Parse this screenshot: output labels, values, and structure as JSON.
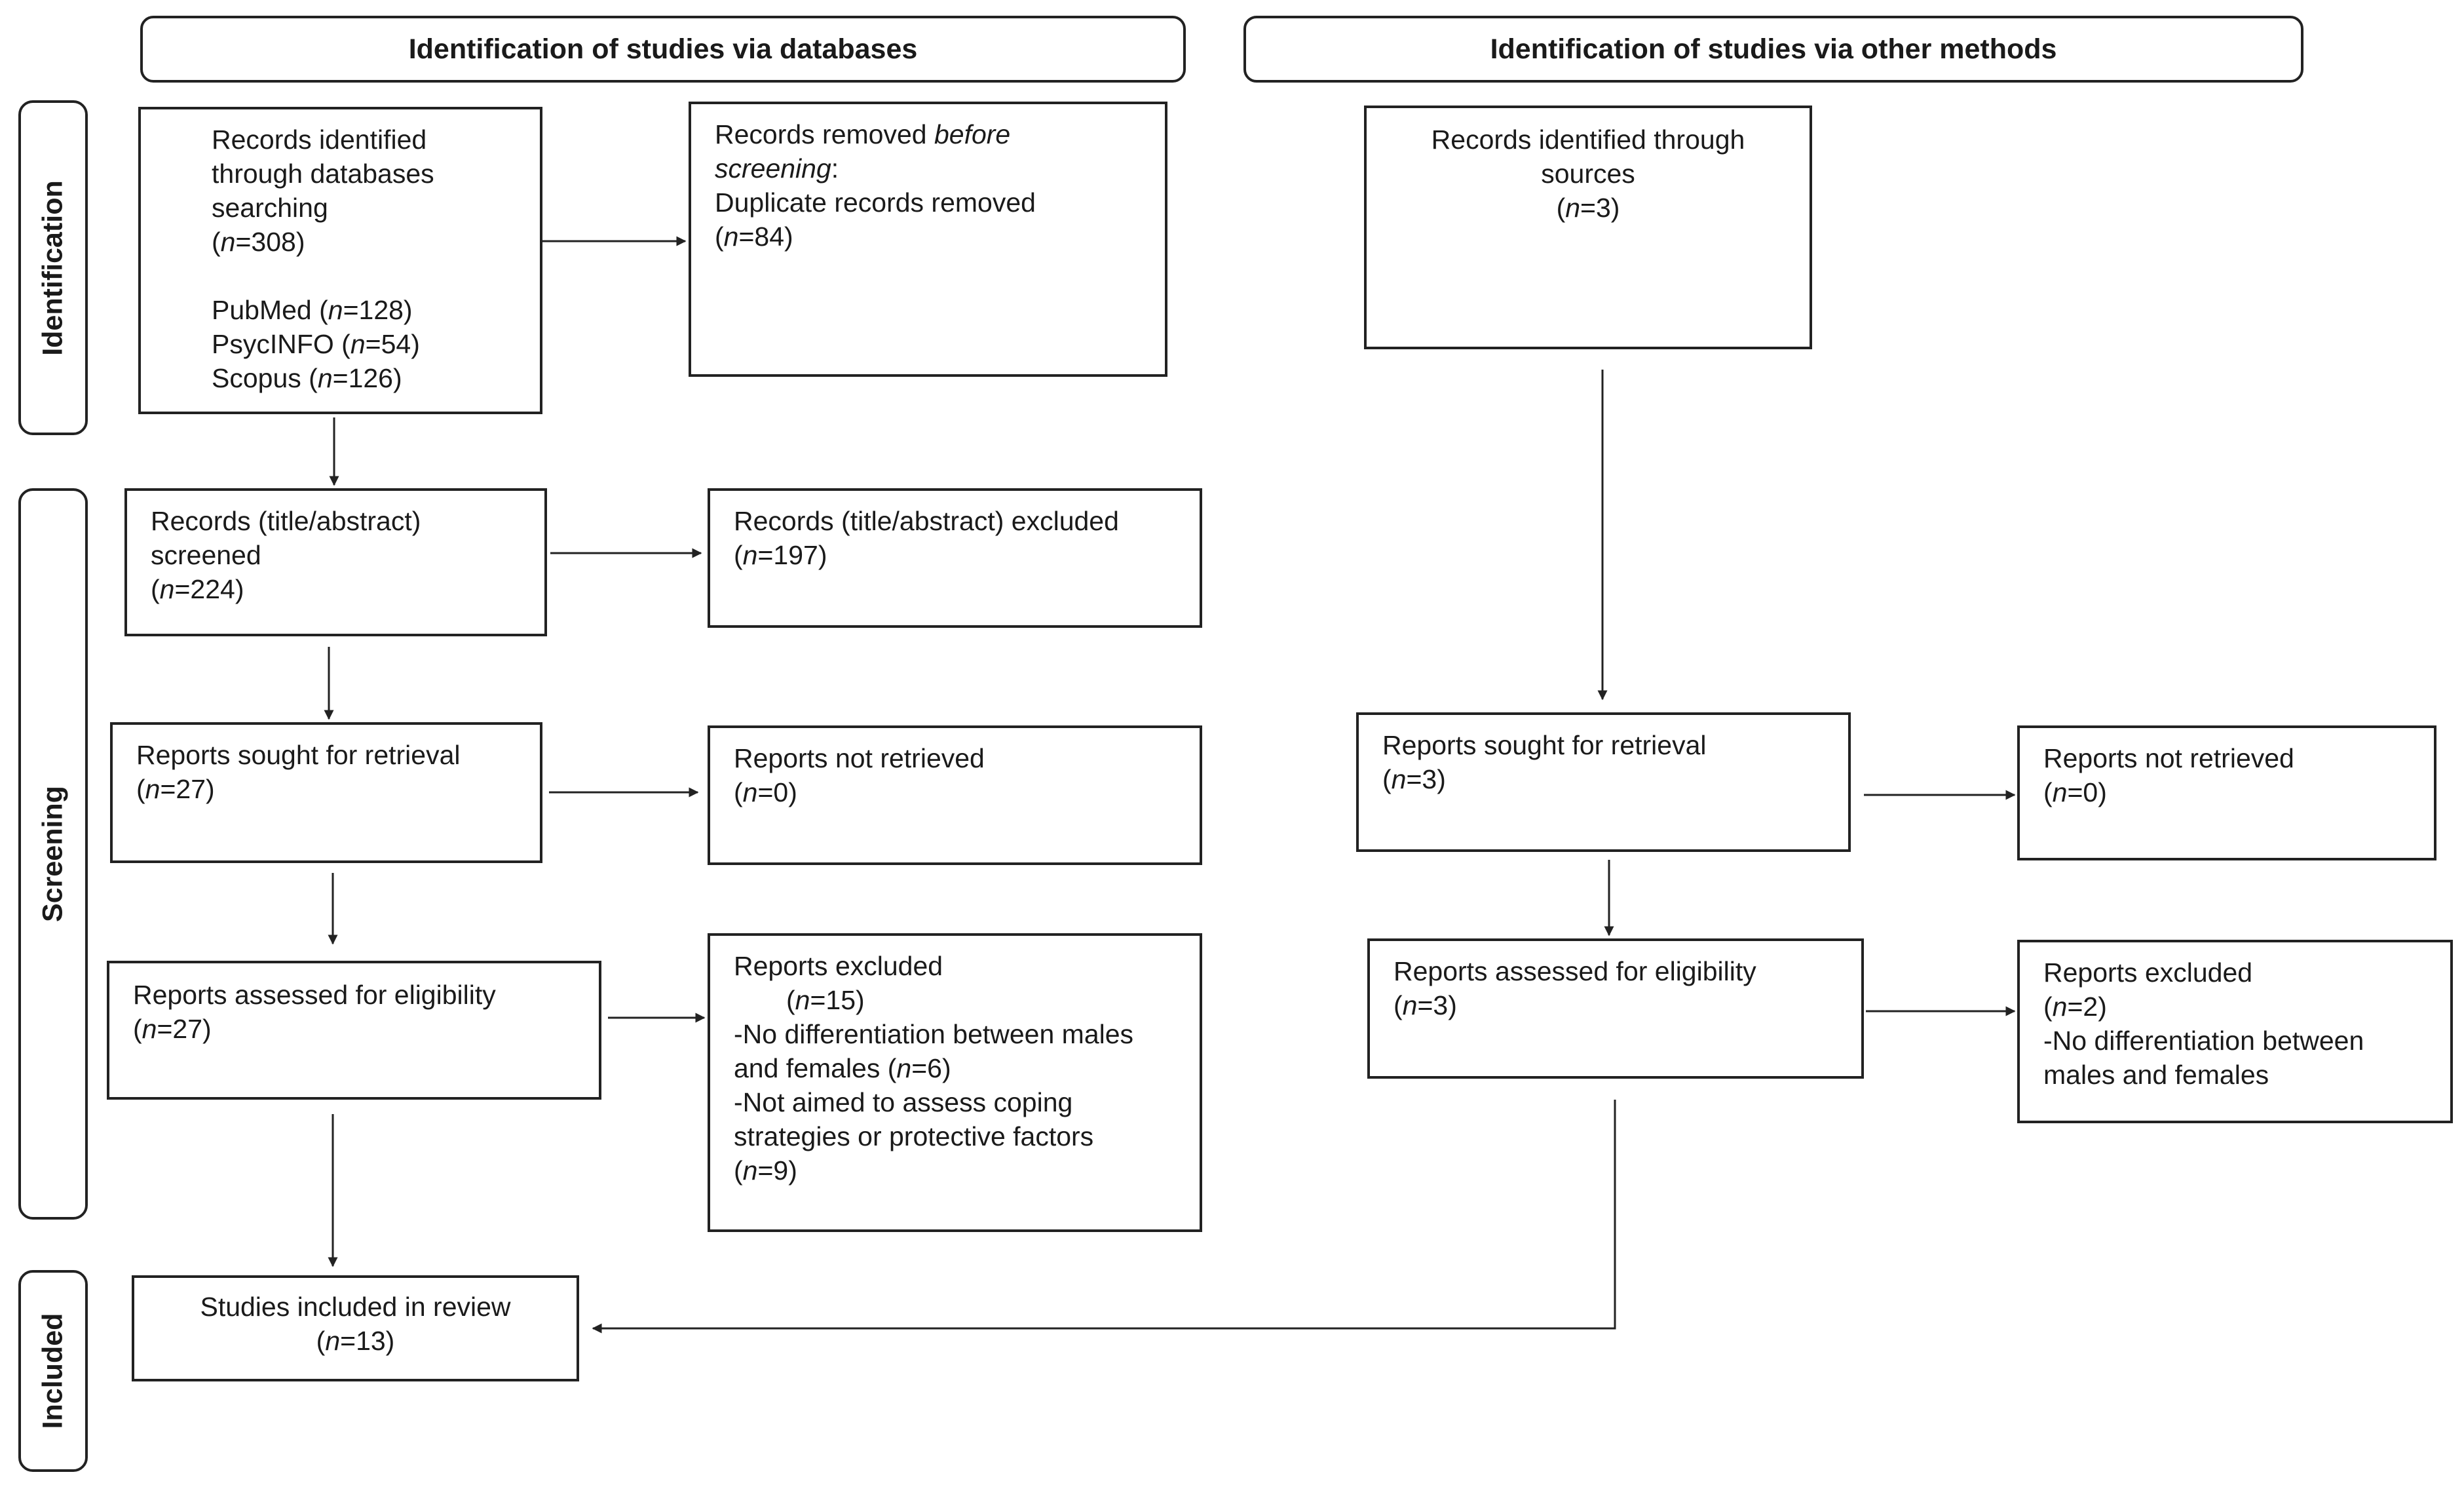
{
  "headers": {
    "databases": "Identification of studies via databases",
    "other": "Identification of studies via other methods"
  },
  "stages": {
    "identification": "Identification",
    "screening": "Screening",
    "included": "Included"
  },
  "boxes": {
    "db_identified": {
      "line1": "Records identified",
      "line2": "through databases",
      "line3": "searching",
      "count": "(n=308)",
      "pubmed": "PubMed (n=128)",
      "psycinfo": "PsycINFO (n=54)",
      "scopus": "Scopus (n=126)"
    },
    "db_removed": {
      "line1_a": "Records removed ",
      "line1_b": "before",
      "line2_a": "screening",
      "line2_b": ":",
      "line3": "Duplicate records removed",
      "count": "(n=84)"
    },
    "db_screened": {
      "line1": "Records (title/abstract)",
      "line2": "screened",
      "count": "(n=224)"
    },
    "db_excluded_ta": {
      "line1": "Records (title/abstract) excluded",
      "count": "(n=197)"
    },
    "db_sought": {
      "line1": "Reports sought for retrieval",
      "count": "(n=27)"
    },
    "db_not_retrieved": {
      "line1": "Reports not retrieved",
      "count": "(n=0)"
    },
    "db_assessed": {
      "line1": "Reports assessed for eligibility",
      "count": "(n=27)"
    },
    "db_excluded": {
      "line1": "Reports excluded",
      "count": "(n=15)",
      "reason1a": "-No differentiation between males",
      "reason1b": "and females (n=6)",
      "reason2a": "-Not aimed to assess coping",
      "reason2b": "strategies or protective factors",
      "reason2c": "(n=9)"
    },
    "included": {
      "line1": "Studies included in review",
      "count": "(n=13)"
    },
    "other_identified": {
      "line1": "Records identified through",
      "line2": "sources",
      "count": "(n=3)"
    },
    "other_sought": {
      "line1": "Reports sought for retrieval",
      "count": "(n=3)"
    },
    "other_not_retrieved": {
      "line1": "Reports not retrieved",
      "count": "(n=0)"
    },
    "other_assessed": {
      "line1": "Reports assessed for eligibility",
      "count": "(n=3)"
    },
    "other_excluded": {
      "line1": "Reports excluded",
      "count": "(n=2)",
      "reason1a": "-No differentiation between",
      "reason1b": "males and females"
    }
  }
}
